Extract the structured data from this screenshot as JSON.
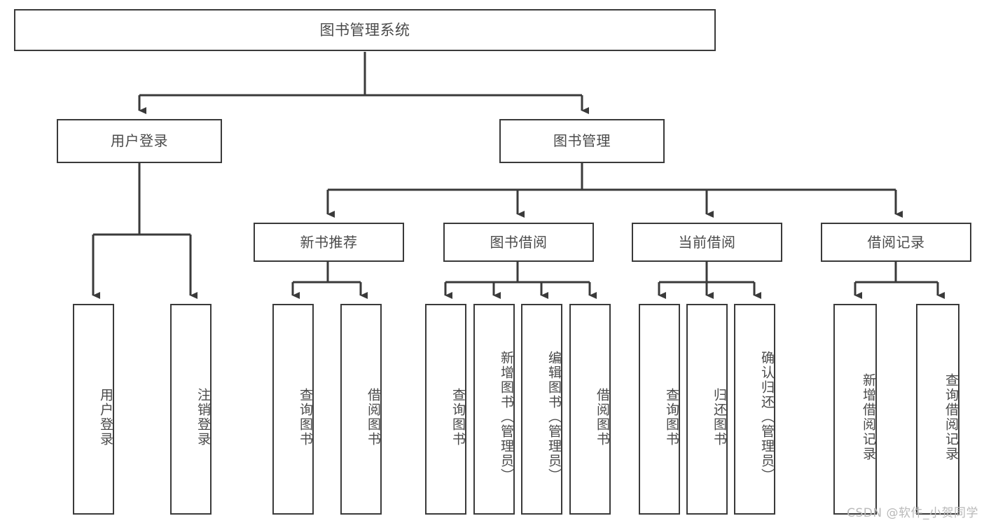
{
  "diagram": {
    "type": "tree-hierarchy-chart",
    "title": "图书管理系统",
    "line_color": "#3a3a3a",
    "box_fill": "#ffffff",
    "text_color": "#4a4a4a",
    "background": "#ffffff",
    "levels": 3,
    "nodes": {
      "root": {
        "label": "图书管理系统"
      },
      "level2": [
        {
          "id": "user-login",
          "label": "用户登录"
        },
        {
          "id": "book-management",
          "label": "图书管理"
        }
      ],
      "level3": [
        {
          "id": "new-book-recommend",
          "label": "新书推荐"
        },
        {
          "id": "book-borrow",
          "label": "图书借阅"
        },
        {
          "id": "current-borrow",
          "label": "当前借阅"
        },
        {
          "id": "borrow-record",
          "label": "借阅记录"
        }
      ],
      "leaves": {
        "user_login": [
          {
            "id": "leaf-user-login",
            "label": "用户登录"
          },
          {
            "id": "leaf-logout-login",
            "label": "注销登录"
          }
        ],
        "new_book_recommend": [
          {
            "id": "leaf-query-book-1",
            "label": "查询图书"
          },
          {
            "id": "leaf-borrow-book-1",
            "label": "借阅图书"
          }
        ],
        "book_borrow": [
          {
            "id": "leaf-query-book-2",
            "label": "查询图书"
          },
          {
            "id": "leaf-add-book",
            "label": "新增图书（管理员）"
          },
          {
            "id": "leaf-edit-book",
            "label": "编辑图书（管理员）"
          },
          {
            "id": "leaf-borrow-book-2",
            "label": "借阅图书"
          }
        ],
        "current_borrow": [
          {
            "id": "leaf-query-book-3",
            "label": "查询图书"
          },
          {
            "id": "leaf-return-book",
            "label": "归还图书"
          },
          {
            "id": "leaf-confirm-return",
            "label": "确认归还（管理员）"
          }
        ],
        "borrow_record": [
          {
            "id": "leaf-add-borrow-record",
            "label": "新增借阅记录"
          },
          {
            "id": "leaf-query-borrow-record",
            "label": "查询借阅记录"
          }
        ]
      }
    }
  },
  "watermark": {
    "text": "CSDN @软件_小贺同学"
  }
}
